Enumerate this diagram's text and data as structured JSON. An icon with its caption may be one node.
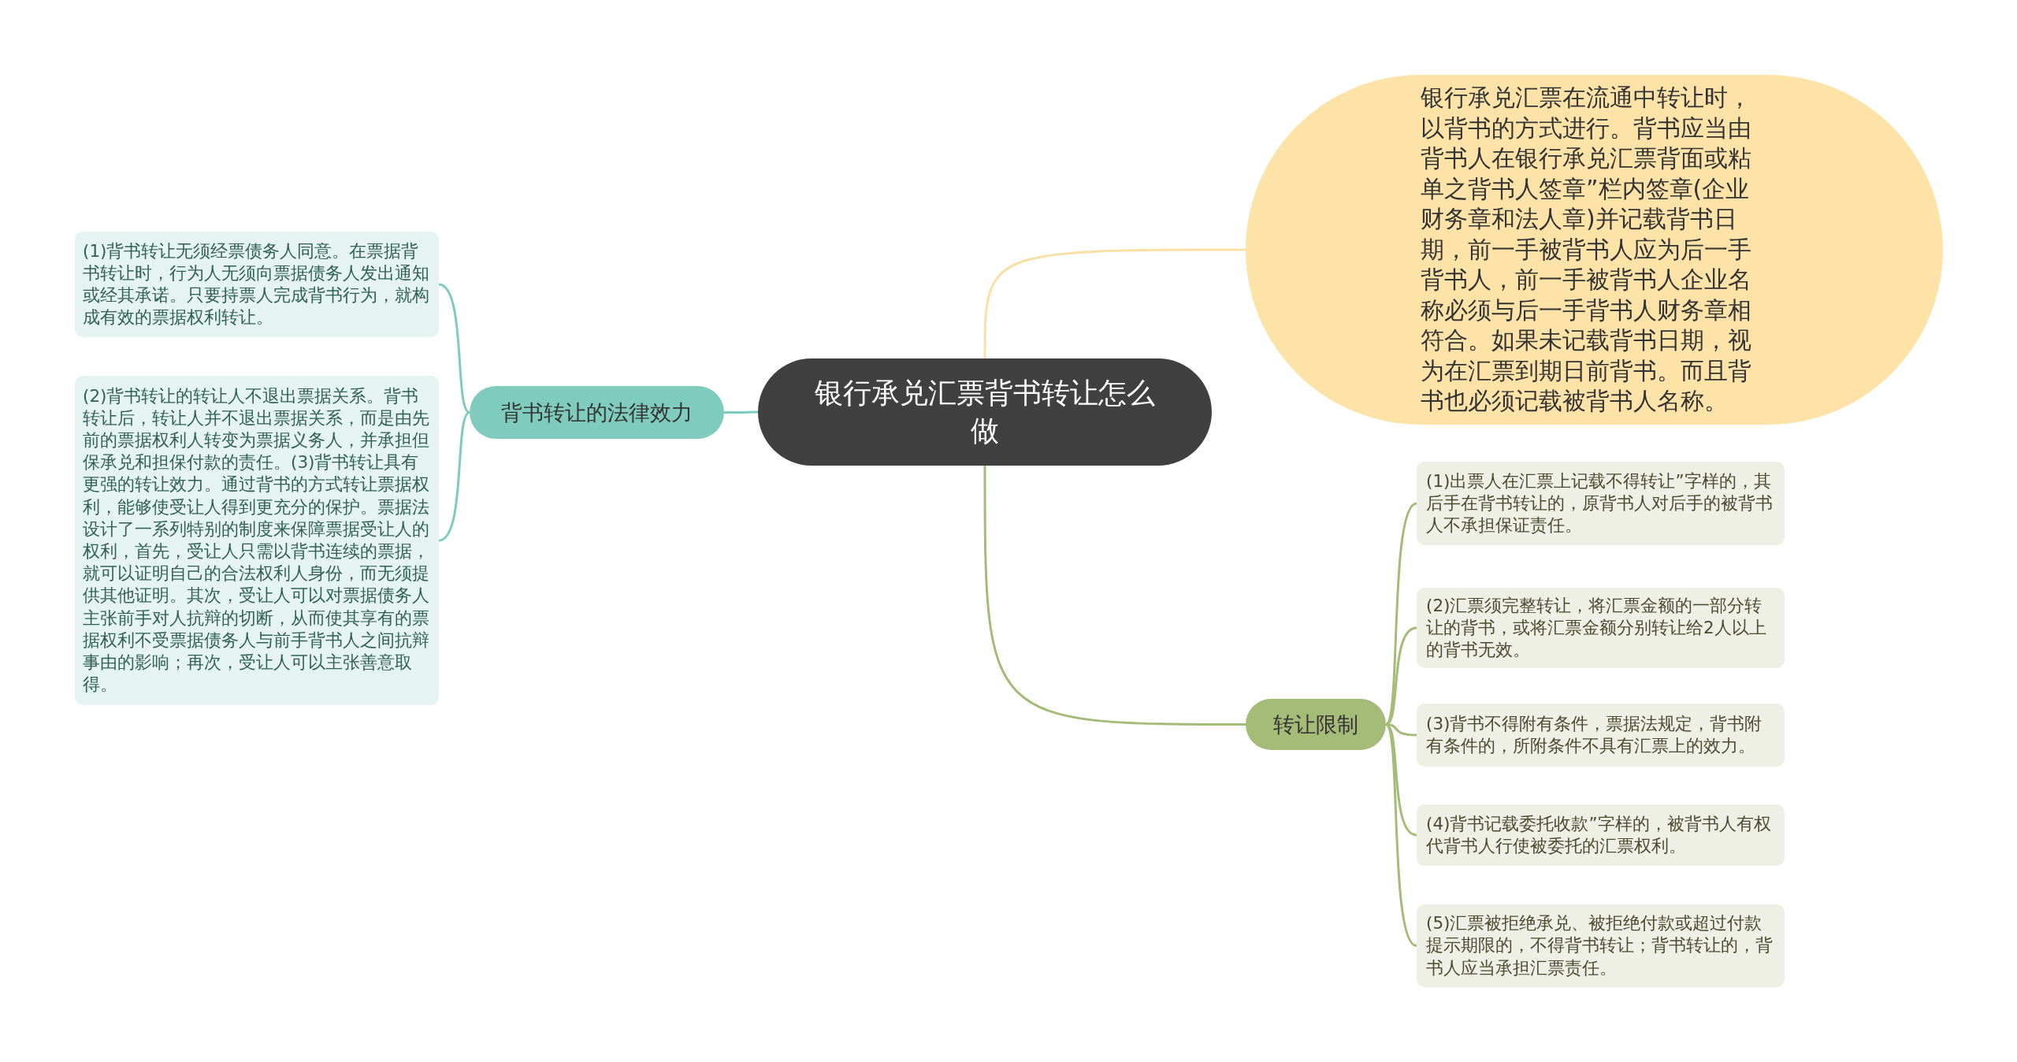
{
  "diagram": {
    "nodes": [
      {
        "text": [
          "银行承兑汇票背书转让怎么做"
        ]
      },
      {
        "text": [
          "银行承兑汇票在流通中转让时，以背书的方式进行。背书应当由背书人在银行承兑汇票背面或粘单之背书人签章”栏内签章(企业财务章和法人章)并记载背书日期，前一手被背书人应为后一手背书人，前一手被背书人企业名称必须与后一手背书人财务章相符合。如果未记载背书日期，视为在汇票到期日前背书。而且背书也必须记载被背书人名称。"
        ]
      },
      {
        "text": [
          "背书转让的法律效力"
        ]
      },
      {
        "text": [
          "(1)背书转让无须经票债务人同意。在票据背书转让时，行为人无须向票据债务人发出通知或经其承诺。只要持票人完成背书行为，就构成有效的票据权利转让。"
        ]
      },
      {
        "text": [
          "(2)背书转让的转让人不退出票据关系。背书转让后，转让人并不退出票据关系，而是由先前的票据权利人转变为票据义务人，并承担但保承兑和担保付款的责任。(3)背书转让具有更强的转让效力。通过背书的方式转让票据权利，能够使受让人得到更充分的保护。票据法设计了一系列特别的制度来保障票据受让人的权利，首先，受让人只需以背书连续的票据，就可以证明自己的合法权利人身份，而无须提供其他证明。其次，受让人可以对票据债务人主张前手对人抗辩的切断，从而使其享有的票据权利不受票据债务人与前手背书人之间抗辩事由的影响；再次，受让人可以主张善意取得。"
        ]
      },
      {
        "text": [
          "转让限制"
        ]
      },
      {
        "text": [
          "(1)出票人在汇票上记载不得转让”字样的，其后手在背书转让的，原背书人对后手的被背书人不承担保证责任。"
        ]
      },
      {
        "text": [
          "(2)汇票须完整转让，将汇票金额的一部分转让的背书，或将汇票金额分别转让给2人以上的背书无效。"
        ]
      },
      {
        "text": [
          "(3)背书不得附有条件，票据法规定，背书附有条件的，所附条件不具有汇票上的效力。"
        ]
      },
      {
        "text": [
          "(4)背书记载委托收款”字样的，被背书人有权代背书人行使被委托的汇票权利。"
        ]
      },
      {
        "text": [
          "(5)汇票被拒绝承兑、被拒绝付款或超过付款提示期限的，不得背书转让；背书转让的，背书人应当承担汇票责任。"
        ]
      }
    ],
    "edges": [
      {
        "from": 0,
        "to": 1,
        "arrow": "none",
        "color": "#fbe0a6"
      },
      {
        "from": 0,
        "to": 2,
        "arrow": "none",
        "color": "#7fcbbd"
      },
      {
        "from": 2,
        "to": 3,
        "arrow": "none",
        "color": "#7fcbbd"
      },
      {
        "from": 2,
        "to": 4,
        "arrow": "none",
        "color": "#7fcbbd"
      },
      {
        "from": 0,
        "to": 5,
        "arrow": "none"
      },
      {
        "from": 5,
        "to": 6,
        "arrow": "none"
      },
      {
        "from": 5,
        "to": 7,
        "arrow": "none"
      },
      {
        "from": 5,
        "to": 8,
        "arrow": "none"
      },
      {
        "from": 5,
        "to": 9,
        "arrow": "none"
      },
      {
        "from": 5,
        "to": 10,
        "arrow": "none"
      }
    ]
  }
}
